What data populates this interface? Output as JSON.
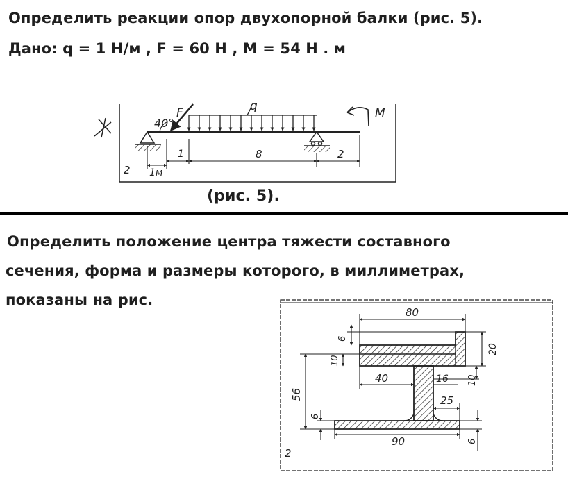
{
  "problem1": {
    "line1": "Определить реакции опор двухопорной балки (рис. 5).",
    "line2": "Дано:  q = 1 Н/м , F = 60 Н , М = 54 Н . м",
    "caption": "(рис. 5)."
  },
  "figure5": {
    "label_angle": "40°",
    "label_force": "F",
    "label_load": "q",
    "label_moment": "M",
    "dim_1m": "1м",
    "dim_1": "1",
    "dim_8": "8",
    "dim_2": "2",
    "corner_number": "2"
  },
  "problem2": {
    "line1": "Определить положение центра тяжести составного",
    "line2": "сечения, форма и размеры которого, в миллиметрах,",
    "line3": "показаны на рис."
  },
  "figure_section": {
    "dim_80": "80",
    "dim_6_top": "6",
    "dim_20": "20",
    "dim_10_left": "10",
    "dim_40": "40",
    "dim_16": "16",
    "dim_10_right": "10",
    "dim_56": "56",
    "dim_25": "25",
    "dim_6_mid": "6",
    "dim_90": "90",
    "dim_6_bottom": "6",
    "corner_number": "2"
  }
}
